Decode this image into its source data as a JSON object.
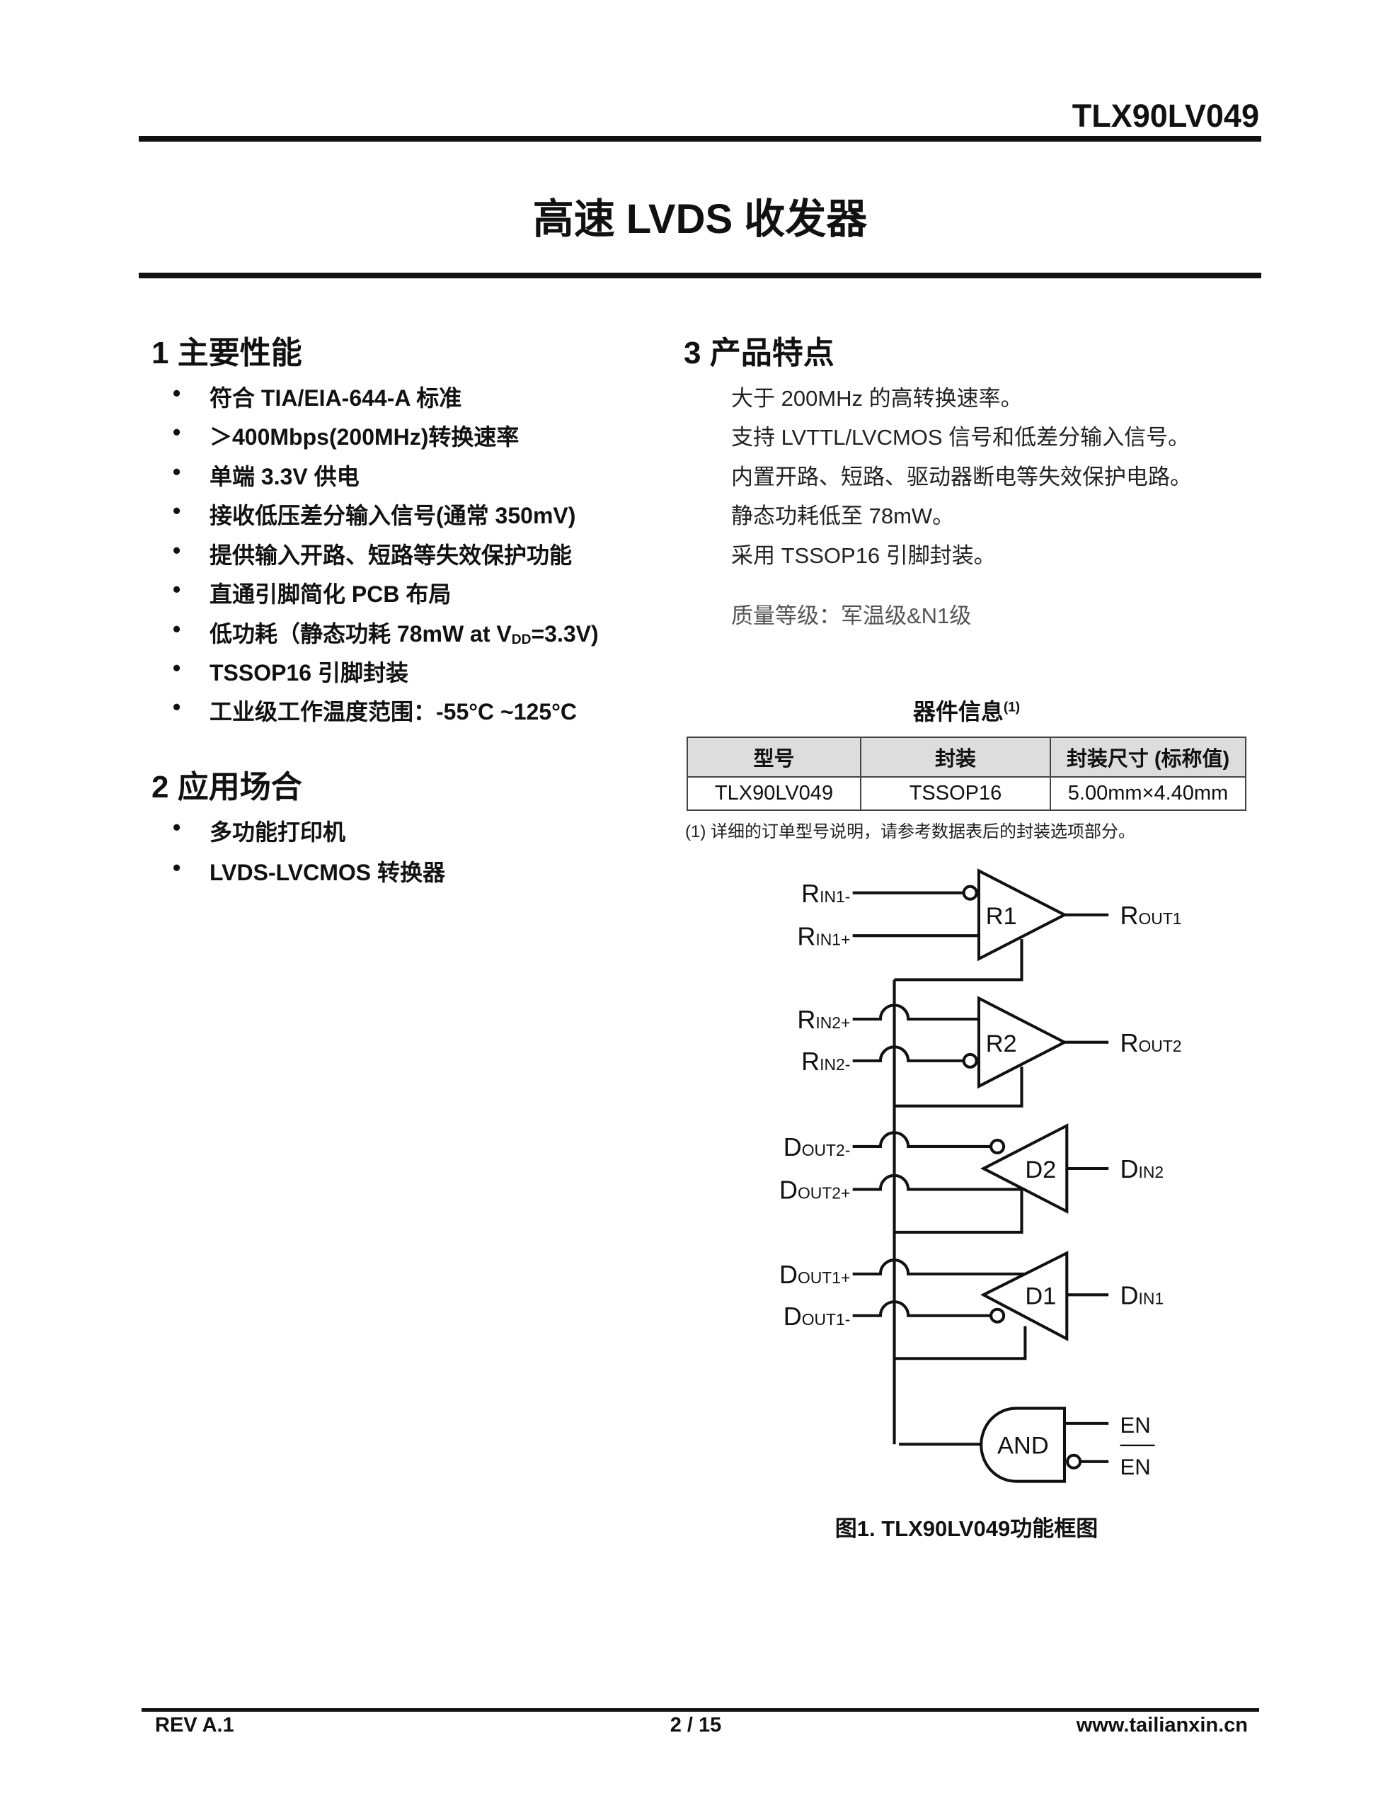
{
  "header": {
    "part_number": "TLX90LV049"
  },
  "title": "高速 LVDS 收发器",
  "section1": {
    "heading": "1 主要性能",
    "items": [
      "符合 TIA/EIA-644-A 标准",
      "＞400Mbps(200MHz)转换速率",
      "单端 3.3V 供电",
      "接收低压差分输入信号(通常 350mV)",
      "提供输入开路、短路等失效保护功能",
      "直通引脚简化 PCB 布局",
      "低功耗（静态功耗 78mW at V",
      "TSSOP16 引脚封装",
      "工业级工作温度范围：-55°C ~125°C"
    ],
    "item7_sub": "DD",
    "item7_tail": "=3.3V)"
  },
  "section2": {
    "heading": "2 应用场合",
    "items": [
      "多功能打印机",
      "LVDS-LVCMOS 转换器"
    ]
  },
  "section3": {
    "heading": "3 产品特点",
    "items": [
      "大于 200MHz 的高转换速率。",
      "支持 LVTTL/LVCMOS 信号和低差分输入信号。",
      "内置开路、短路、驱动器断电等失效保护电路。",
      "静态功耗低至 78mW。",
      "采用 TSSOP16 引脚封装。"
    ],
    "quality": "质量等级：军温级&N1级"
  },
  "device_info": {
    "title": "器件信息",
    "title_note": "(1)",
    "columns": [
      "型号",
      "封装",
      "封装尺寸 (标称值)"
    ],
    "rows": [
      [
        "TLX90LV049",
        "TSSOP16",
        "5.00mm×4.40mm"
      ]
    ],
    "footnote": "(1) 详细的订单型号说明，请参考数据表后的封装选项部分。"
  },
  "diagram": {
    "blocks": [
      "R1",
      "R2",
      "D2",
      "D1",
      "AND"
    ],
    "left_labels": [
      [
        "R",
        "IN1-"
      ],
      [
        "R",
        "IN1+"
      ],
      [
        "R",
        "IN2+"
      ],
      [
        "R",
        "IN2-"
      ],
      [
        "D",
        "OUT2-"
      ],
      [
        "D",
        "OUT2+"
      ],
      [
        "D",
        "OUT1+"
      ],
      [
        "D",
        "OUT1-"
      ]
    ],
    "right_labels": [
      [
        "R",
        "OUT1"
      ],
      [
        "R",
        "OUT2"
      ],
      [
        "D",
        "IN2"
      ],
      [
        "D",
        "IN1"
      ]
    ],
    "en": "EN",
    "en_bar": "EN",
    "caption": "图1. TLX90LV049功能框图"
  },
  "footer": {
    "rev": "REV A.1",
    "page": "2 / 15",
    "website": "www.tailianxin.cn"
  }
}
